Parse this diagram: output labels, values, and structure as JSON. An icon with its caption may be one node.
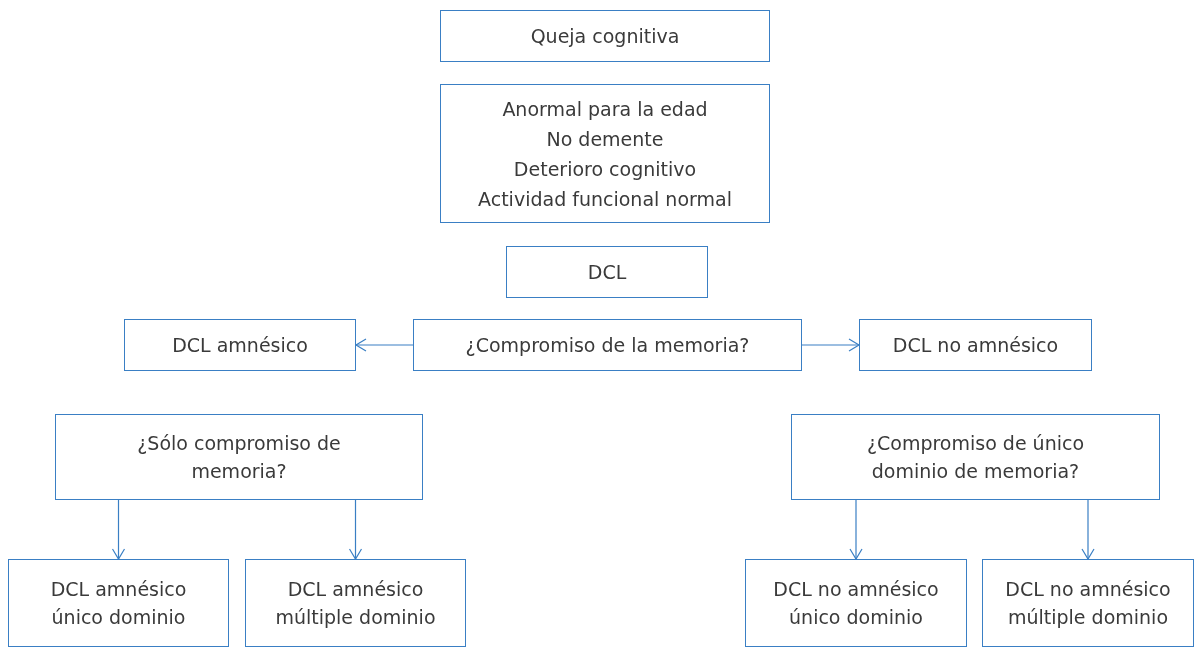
{
  "diagram": {
    "nodes": [
      {
        "text": [
          "Queja cognitiva"
        ]
      },
      {
        "text": [
          "Anormal para la edad",
          "No demente",
          "Deterioro cognitivo",
          "Actividad funcional normal"
        ]
      },
      {
        "text": [
          "DCL"
        ]
      },
      {
        "text": [
          "DCL amnésico"
        ]
      },
      {
        "text": [
          "¿Compromiso de la memoria?"
        ]
      },
      {
        "text": [
          "DCL no amnésico"
        ]
      },
      {
        "text": [
          "¿Sólo compromiso de memoria?"
        ]
      },
      {
        "text": [
          "¿Compromiso de único dominio de memoria?"
        ]
      },
      {
        "text": [
          "DCL amnésico único dominio"
        ]
      },
      {
        "text": [
          "DCL amnésico múltiple dominio"
        ]
      },
      {
        "text": [
          "DCL no amnésico único dominio"
        ]
      },
      {
        "text": [
          "DCL no amnésico múltiple dominio"
        ]
      }
    ],
    "edges": [
      {
        "from": 4,
        "to": 3,
        "arrow": "to"
      },
      {
        "from": 4,
        "to": 5,
        "arrow": "to"
      },
      {
        "from": 6,
        "to": 8,
        "arrow": "to"
      },
      {
        "from": 6,
        "to": 9,
        "arrow": "to"
      },
      {
        "from": 7,
        "to": 10,
        "arrow": "to"
      },
      {
        "from": 7,
        "to": 11,
        "arrow": "to"
      }
    ]
  }
}
